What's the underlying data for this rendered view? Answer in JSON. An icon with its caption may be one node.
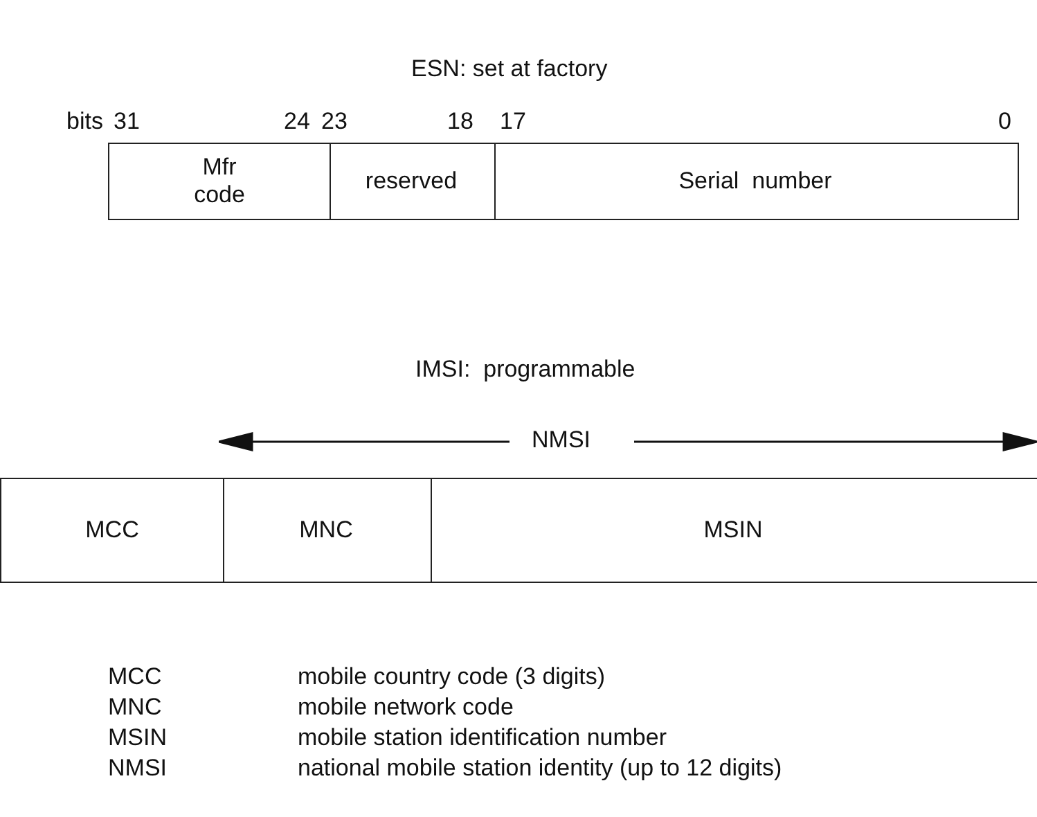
{
  "diagram": {
    "nodes": [
      {
        "text": [
          "Mfr code"
        ]
      },
      {
        "text": [
          "reserved"
        ]
      },
      {
        "text": [
          "Serial  number"
        ]
      },
      {
        "text": [
          "MCC"
        ]
      },
      {
        "text": [
          "MNC"
        ]
      },
      {
        "text": [
          "MSIN"
        ]
      }
    ],
    "labels": [
      "ESN: set at factory",
      "bits",
      "31",
      "24",
      "23",
      "18",
      "17",
      "0",
      "IMSI:  programmable",
      "NMSI",
      "MCC",
      "mobile country code (3 digits)",
      "MNC",
      "mobile network code",
      "MSIN",
      "mobile station identification number",
      "NMSI",
      "national mobile station identity (up to 12 digits)"
    ]
  }
}
